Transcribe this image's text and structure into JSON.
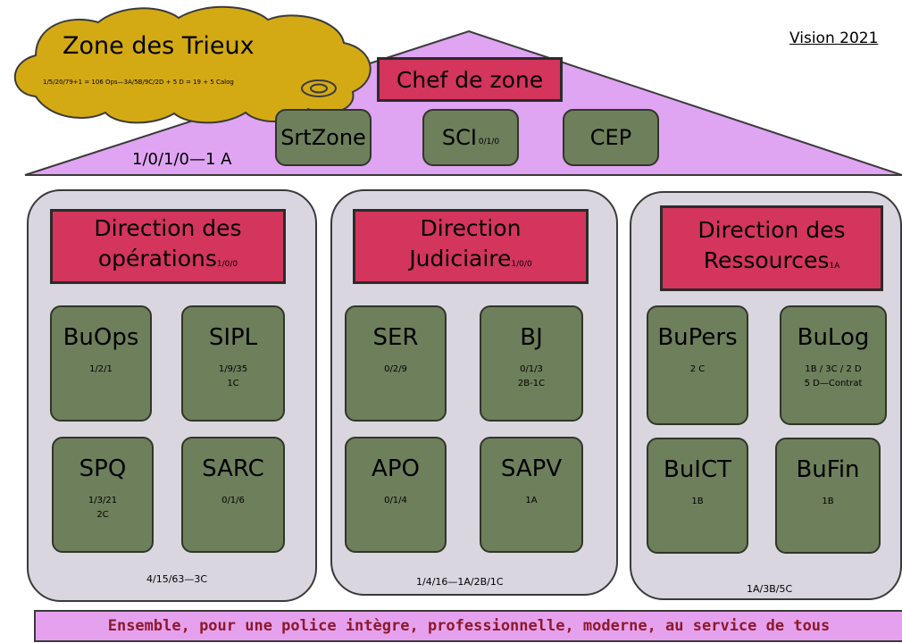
{
  "header": {
    "vision": "Vision 2021"
  },
  "cloud": {
    "title": "Zone des Trieux",
    "subtitle": "1/5/20/79+1 = 106 Ops—3A/5B/9C/2D + 5 D = 19 + 5 Calog"
  },
  "roof": {
    "chef": "Chef de zone",
    "units": [
      {
        "name": "SrtZone",
        "sub": ""
      },
      {
        "name": "SCI",
        "sub": "0/1/0"
      },
      {
        "name": "CEP",
        "sub": ""
      }
    ],
    "code": "1/0/1/0—1 A"
  },
  "pillars": [
    {
      "title_line1": "Direction des",
      "title_line2": "opérations",
      "title_sub": "1/0/0",
      "units": [
        {
          "name": "BuOps",
          "lines": [
            "1/2/1"
          ]
        },
        {
          "name": "SIPL",
          "lines": [
            "1/9/35",
            "1C"
          ]
        },
        {
          "name": "SPQ",
          "lines": [
            "1/3/21",
            "2C"
          ]
        },
        {
          "name": "SARC",
          "lines": [
            "0/1/6"
          ]
        }
      ],
      "code": "4/15/63—3C"
    },
    {
      "title_line1": "Direction",
      "title_line2": "Judiciaire",
      "title_sub": "1/0/0",
      "units": [
        {
          "name": "SER",
          "lines": [
            "0/2/9"
          ]
        },
        {
          "name": "BJ",
          "lines": [
            "0/1/3",
            "2B-1C"
          ]
        },
        {
          "name": "APO",
          "lines": [
            "0/1/4"
          ]
        },
        {
          "name": "SAPV",
          "lines": [
            "1A"
          ]
        }
      ],
      "code": "1/4/16—1A/2B/1C"
    },
    {
      "title_line1": "Direction des",
      "title_line2": "Ressources",
      "title_sub": "1A",
      "units": [
        {
          "name": "BuPers",
          "lines": [
            "2 C"
          ]
        },
        {
          "name": "BuLog",
          "lines": [
            "1B / 3C / 2 D",
            "5 D—Contrat"
          ]
        },
        {
          "name": "BuICT",
          "lines": [
            "1B"
          ]
        },
        {
          "name": "BuFin",
          "lines": [
            "1B"
          ]
        }
      ],
      "code": "1A/3B/5C"
    }
  ],
  "footer": {
    "motto": "Ensemble, pour une police intègre, professionnelle, moderne, au service de tous"
  },
  "colors": {
    "roof": "#dfa4f2",
    "cloud": "#d4aa14",
    "header_box": "#d4355d",
    "unit_box": "#6e7f5c",
    "pillar": "#d9d6df",
    "footer": "#e6a1ee",
    "footer_text": "#8b1a2c"
  }
}
